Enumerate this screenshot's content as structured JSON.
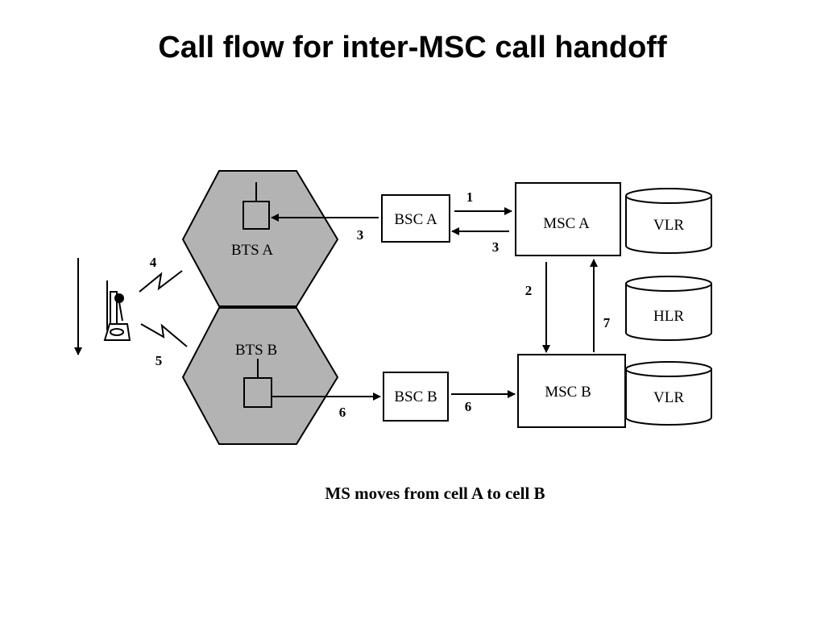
{
  "title": "Call flow for inter-MSC call handoff",
  "diagram": {
    "nodes": {
      "bts_a": "BTS A",
      "bts_b": "BTS B",
      "bsc_a": "BSC A",
      "bsc_b": "BSC B",
      "msc_a": "MSC A",
      "msc_b": "MSC B",
      "vlr_a": "VLR",
      "hlr": "HLR",
      "vlr_b": "VLR"
    },
    "steps": {
      "s1": "1",
      "s2": "2",
      "s3_bts": "3",
      "s3_msc": "3",
      "s4": "4",
      "s5": "5",
      "s6_bts": "6",
      "s6_bsc": "6",
      "s7": "7"
    },
    "caption": "MS moves from cell A to cell B"
  },
  "colors": {
    "hexagon_fill": "#b3b3b3",
    "line": "#000000",
    "background": "#ffffff"
  }
}
